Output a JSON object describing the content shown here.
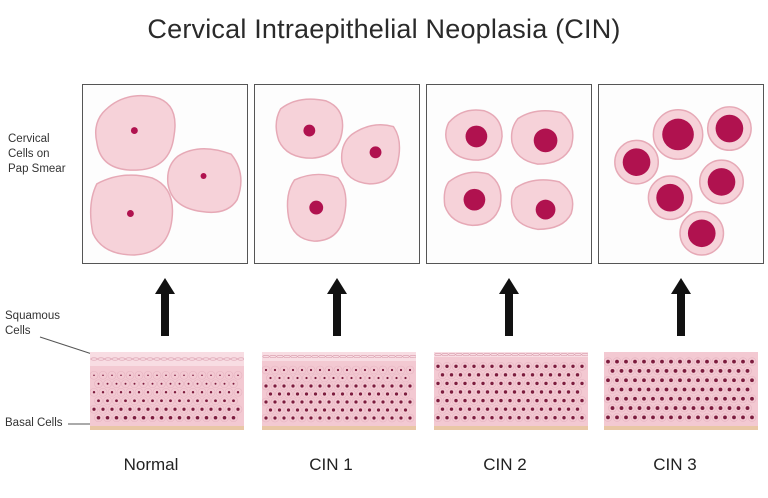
{
  "title": "Cervical Intraepithelial Neoplasia (CIN)",
  "labels": {
    "pap_line1": "Cervical",
    "pap_line2": "Cells on",
    "pap_line3": "Pap Smear",
    "squamous_line1": "Squamous",
    "squamous_line2": "Cells",
    "basal": "Basal Cells"
  },
  "stages": [
    {
      "name": "Normal"
    },
    {
      "name": "CIN 1"
    },
    {
      "name": "CIN 2"
    },
    {
      "name": "CIN 3"
    }
  ],
  "colors": {
    "cytoplasm": "#f6d2d9",
    "cytoplasm_edge": "#e6a9b6",
    "nucleus": "#b0124f",
    "nucleus_dark": "#7a0a36",
    "tissue_bg": "#f3c9d2",
    "tissue_dot": "#7b1c3e",
    "basement": "#e9c7a6",
    "arrow": "#111111"
  }
}
